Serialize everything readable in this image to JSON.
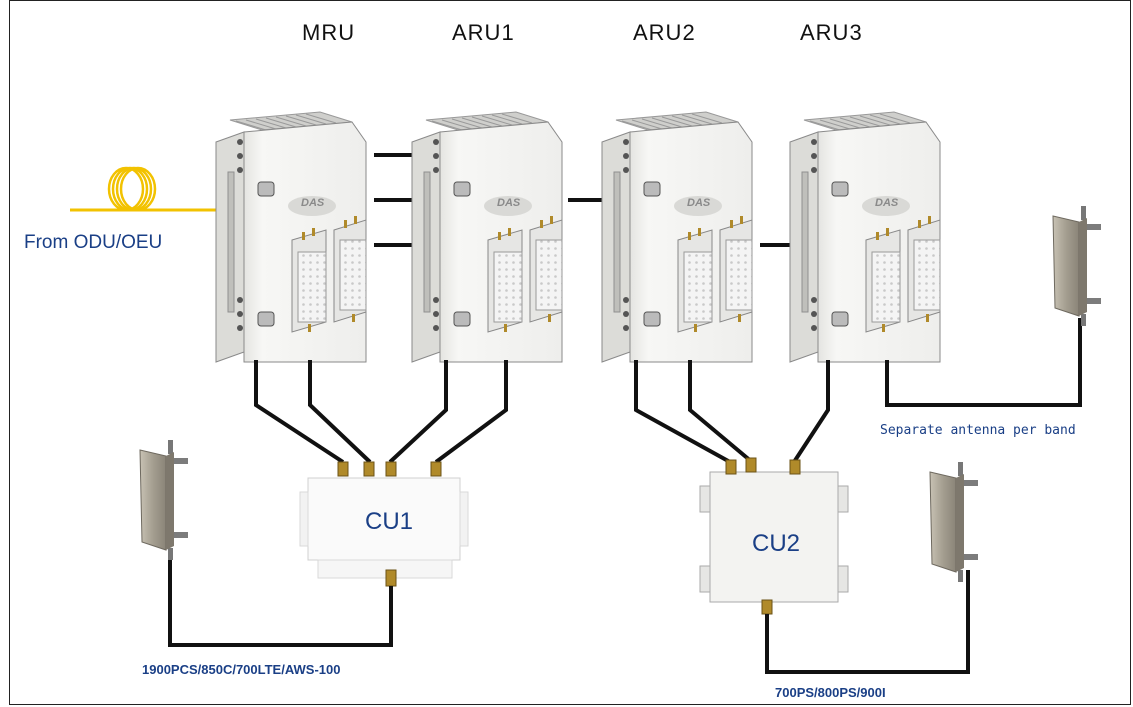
{
  "units": [
    {
      "id": "mru",
      "label": "MRU"
    },
    {
      "id": "aru1",
      "label": "ARU1"
    },
    {
      "id": "aru2",
      "label": "ARU2"
    },
    {
      "id": "aru3",
      "label": "ARU3"
    }
  ],
  "combiners": {
    "cu1": {
      "label": "CU1"
    },
    "cu2": {
      "label": "CU2"
    }
  },
  "fiber": {
    "label": "From ODU/OEU"
  },
  "antennas": {
    "separate_label": "Separate antenna per band",
    "cu1_band_label": "1900PCS/850C/700LTE/AWS-100",
    "cu2_band_label": "700PS/800PS/900I"
  },
  "unit_badge": "DAS",
  "colors": {
    "line": "#111111",
    "fiber": "#f2c200",
    "label_blue": "#1a3f86",
    "unit_body": "#f3f3f1"
  }
}
